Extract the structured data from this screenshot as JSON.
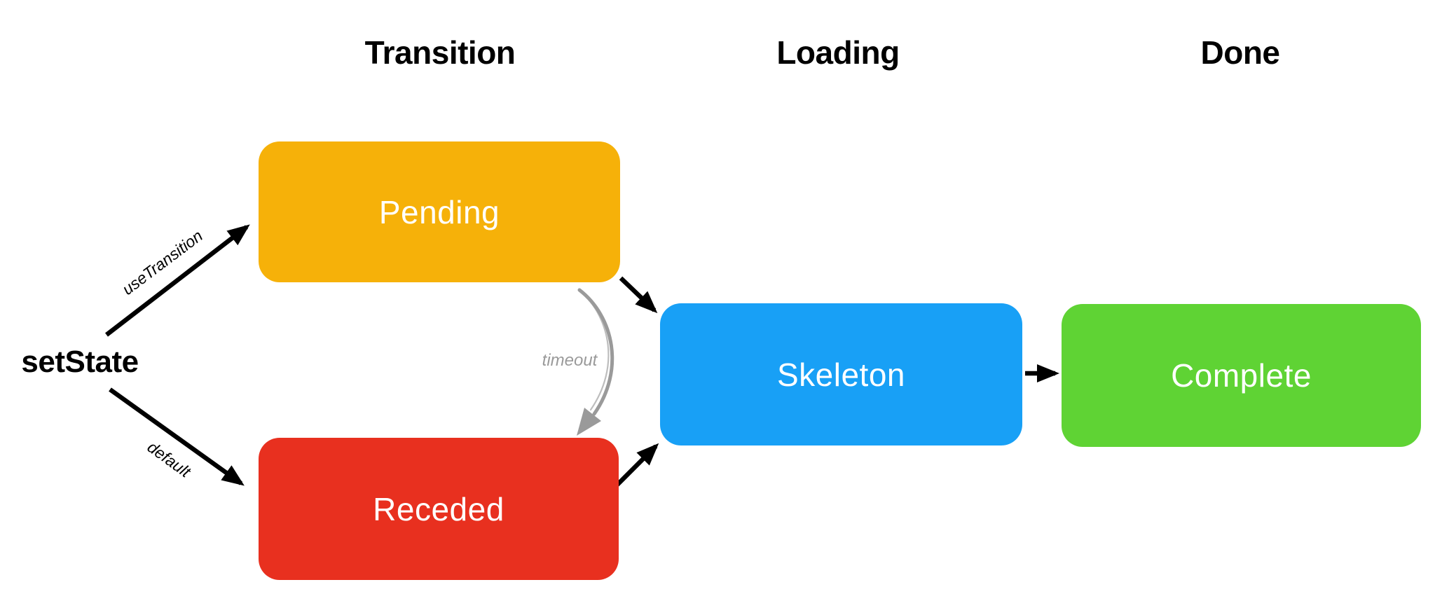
{
  "diagram": {
    "background": "#FFFFFF",
    "heading_color": "#000000",
    "arrow_color": "#000000",
    "columns": [
      {
        "label": "Transition"
      },
      {
        "label": "Loading"
      },
      {
        "label": "Done"
      }
    ],
    "entry_label": "setState",
    "nodes": [
      {
        "id": "pending",
        "label": "Pending",
        "color": "#F6B109",
        "text_color": "#FFFFFF",
        "column": "Transition"
      },
      {
        "id": "receded",
        "label": "Receded",
        "color": "#E8301F",
        "text_color": "#FFFFFF",
        "column": "Transition"
      },
      {
        "id": "skeleton",
        "label": "Skeleton",
        "color": "#18A0F6",
        "text_color": "#FFFFFF",
        "column": "Loading"
      },
      {
        "id": "complete",
        "label": "Complete",
        "color": "#5FD334",
        "text_color": "#FFFFFF",
        "column": "Done"
      }
    ],
    "edges": [
      {
        "id": "setstate-to-pending",
        "from": "setState",
        "to": "Pending",
        "label": "useTransition",
        "color": "#000000",
        "style": "straight"
      },
      {
        "id": "setstate-to-receded",
        "from": "setState",
        "to": "Receded",
        "label": "default",
        "color": "#000000",
        "style": "straight"
      },
      {
        "id": "pending-to-skeleton",
        "from": "Pending",
        "to": "Skeleton",
        "label": "",
        "color": "#000000",
        "style": "straight"
      },
      {
        "id": "pending-to-receded",
        "from": "Pending",
        "to": "Receded",
        "label": "timeout",
        "color": "#9A9A9A",
        "style": "hand-drawn-curve"
      },
      {
        "id": "receded-to-skeleton",
        "from": "Receded",
        "to": "Skeleton",
        "label": "",
        "color": "#000000",
        "style": "straight"
      },
      {
        "id": "skeleton-to-complete",
        "from": "Skeleton",
        "to": "Complete",
        "label": "",
        "color": "#000000",
        "style": "straight"
      }
    ]
  }
}
